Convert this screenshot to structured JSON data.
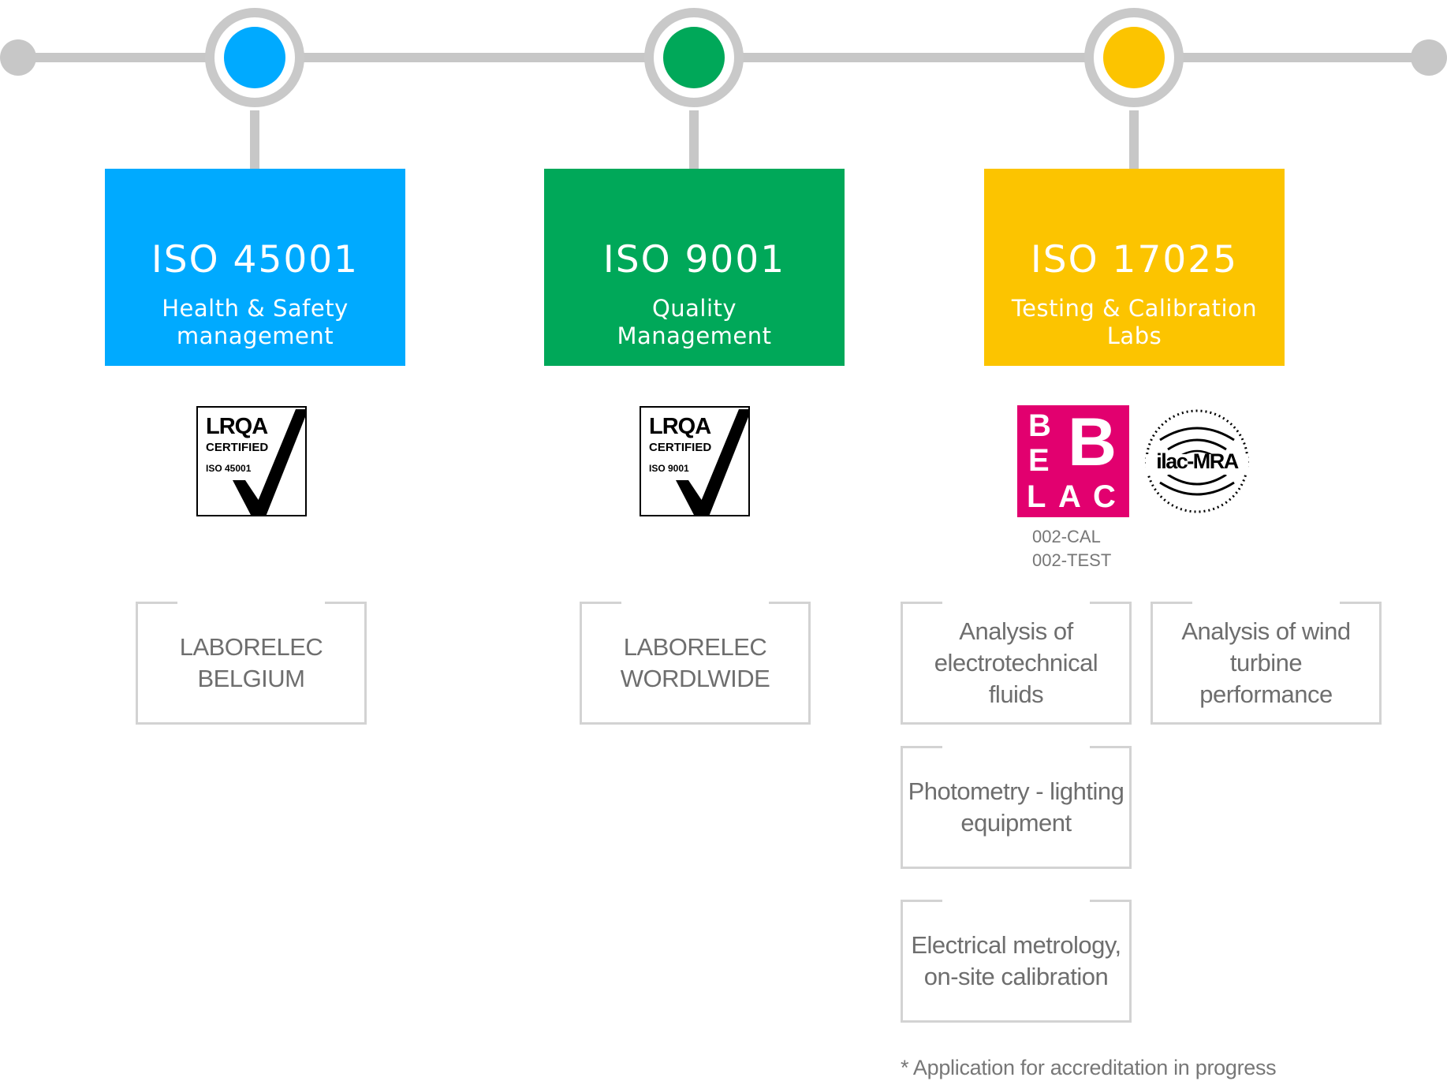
{
  "colors": {
    "blue": "#00aaff",
    "green": "#00a859",
    "yellow": "#fcc400",
    "belac_pink": "#e2006f",
    "line_gray": "#c7c7c7"
  },
  "iso_cards": [
    {
      "title": "ISO 45001",
      "subtitle_line1": "Health & Safety",
      "subtitle_line2": "management"
    },
    {
      "title": "ISO 9001",
      "subtitle_line1": "Quality",
      "subtitle_line2": "Management"
    },
    {
      "title": "ISO 17025",
      "subtitle_line1": "Testing & Calibration",
      "subtitle_line2": "Labs"
    }
  ],
  "badges": {
    "lrqa_1": {
      "logo": "LRQA",
      "certified": "CERTIFIED",
      "standard": "ISO 45001"
    },
    "lrqa_2": {
      "logo": "LRQA",
      "certified": "CERTIFIED",
      "standard": "ISO 9001"
    },
    "belac": {
      "letters": [
        "B",
        "E",
        "L",
        "A",
        "C",
        "E",
        "B"
      ],
      "codes": [
        "002-CAL",
        "002-TEST"
      ]
    },
    "ilac": {
      "text": "ilac-MRA"
    }
  },
  "boxes": [
    {
      "line1": "LABORELEC",
      "line2": "BELGIUM"
    },
    {
      "line1": "LABORELEC",
      "line2": "WORDLWIDE"
    },
    {
      "line1": "Analysis of",
      "line2": "electrotechnical",
      "line3": "fluids"
    },
    {
      "line1": "Analysis of wind",
      "line2": "turbine",
      "line3": "performance"
    },
    {
      "line1": "Photometry - lighting",
      "line2": "equipment"
    },
    {
      "line1": "Electrical metrology,",
      "line2": "on-site calibration"
    }
  ],
  "footnote": "* Application for accreditation in progress"
}
